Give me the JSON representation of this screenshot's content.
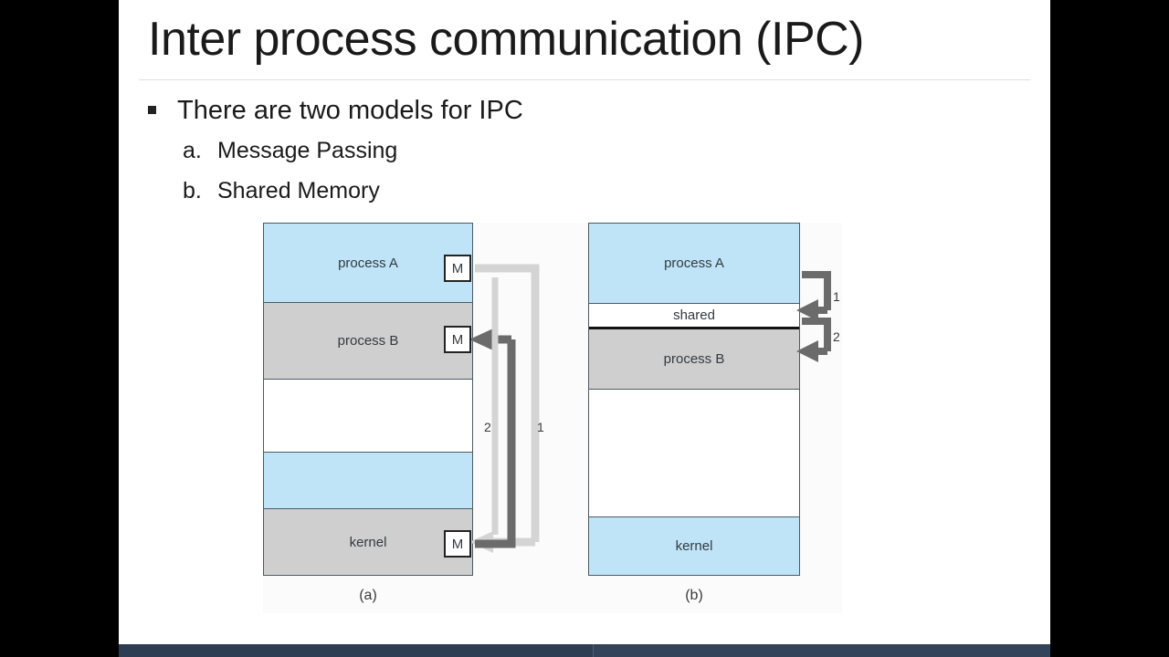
{
  "slide": {
    "title": "Inter process communication (IPC)",
    "bullets": [
      {
        "marker": "square",
        "text": "There are two models for IPC"
      }
    ],
    "sub_items": [
      {
        "marker": "a.",
        "text": "Message Passing"
      },
      {
        "marker": "b.",
        "text": "Shared Memory"
      }
    ]
  },
  "figure": {
    "caption_a": "(a)",
    "caption_b": "(b)",
    "diagram_a": {
      "name": "message-passing-model",
      "bands": [
        {
          "label": "process A",
          "fill": "blue"
        },
        {
          "label": "process B",
          "fill": "gray"
        },
        {
          "label": "",
          "fill": "white"
        },
        {
          "label": "",
          "fill": "blue"
        },
        {
          "label": "kernel",
          "fill": "gray"
        }
      ],
      "message_boxes": [
        {
          "label": "M",
          "owner": "process A"
        },
        {
          "label": "M",
          "owner": "process B"
        },
        {
          "label": "M",
          "owner": "kernel"
        }
      ],
      "step_labels": [
        "2",
        "1"
      ]
    },
    "diagram_b": {
      "name": "shared-memory-model",
      "bands": [
        {
          "label": "process A",
          "fill": "blue"
        },
        {
          "label": "shared",
          "fill": "white"
        },
        {
          "label": "process B",
          "fill": "gray"
        },
        {
          "label": "",
          "fill": "white"
        },
        {
          "label": "kernel",
          "fill": "blue"
        }
      ],
      "step_labels": [
        "1",
        "2"
      ]
    }
  },
  "colors": {
    "band_blue": "#bfe4f7",
    "band_gray": "#cfcfcf",
    "band_white": "#ffffff",
    "border": "#4c5a66",
    "arrow_dark": "#6b6b6b",
    "arrow_light": "#d4d4d4",
    "player_bar": "#32435a",
    "letterbox": "#000000"
  },
  "player": {
    "progress_percent": 51
  }
}
